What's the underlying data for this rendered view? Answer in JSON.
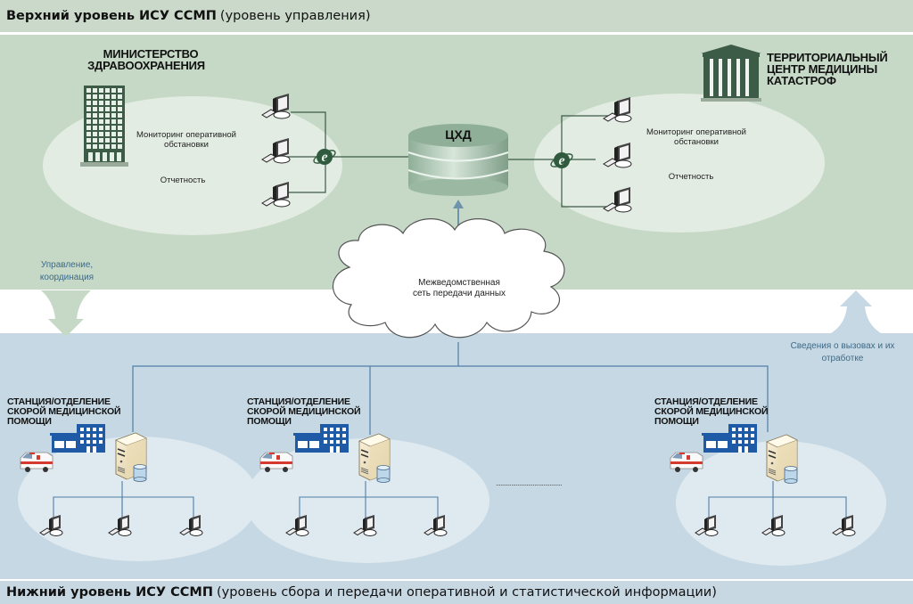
{
  "top_band": {
    "title_bold": "Верхний уровень ИСУ ССМП",
    "title_rest": "(уровень управления)"
  },
  "bottom_band": {
    "title_bold": "Нижний уровень ИСУ ССМП",
    "title_rest": "(уровень сбора и передачи оперативной и статистической информации)"
  },
  "ministry": {
    "name_line1": "МИНИСТЕРСТВО",
    "name_line2": "ЗДРАВООХРАНЕНИЯ",
    "function1": "Мониторинг оперативной обстановки",
    "function2": "Отчетность"
  },
  "disaster_center": {
    "name_line1": "ТЕРРИТОРИАЛЬНЫЙ",
    "name_line2": "ЦЕНТР МЕДИЦИНЫ",
    "name_line3": "КАТАСТРОФ",
    "function1": "Мониторинг оперативной обстановки",
    "function2": "Отчетность"
  },
  "data_center": {
    "label": "ЦХД"
  },
  "network_cloud": {
    "label": "Межведомственная сеть передачи данных"
  },
  "flows": {
    "down_label": "Управление, координация",
    "up_label": "Сведения о вызовах и их отработке"
  },
  "stations": [
    {
      "line1": "СТАНЦИЯ/ОТДЕЛЕНИЕ",
      "line2": "СКОРОЙ МЕДИЦИНСКОЙ",
      "line3": "ПОМОЩИ"
    },
    {
      "line1": "СТАНЦИЯ/ОТДЕЛЕНИЕ",
      "line2": "СКОРОЙ МЕДИЦИНСКОЙ",
      "line3": "ПОМОЩИ"
    },
    {
      "line1": "СТАНЦИЯ/ОТДЕЛЕНИЕ",
      "line2": "СКОРОЙ МЕДИЦИНСКОЙ",
      "line3": "ПОМОЩИ"
    }
  ],
  "ellipsis": "...........................................",
  "colors": {
    "top_zone": "#c6d9c6",
    "bottom_zone": "#c6d8e3",
    "dark_green": "#3d5c48",
    "station_blue": "#1f5aa6",
    "link_blue": "#3c6a8a"
  }
}
